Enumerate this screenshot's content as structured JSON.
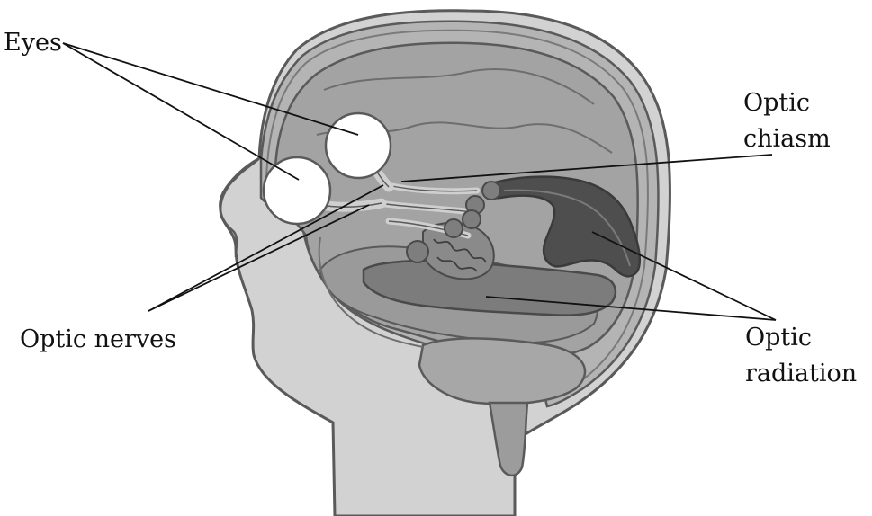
{
  "labels": {
    "eyes": "Eyes",
    "optic_chiasm": [
      "Optic",
      "chiasm"
    ],
    "optic_nerves": "Optic nerves",
    "optic_radiation": [
      "Optic",
      "radiation"
    ]
  },
  "colors": {
    "skin": "#d2d2d2",
    "skull": "#b4b4b4",
    "brain": "#a0a0a0",
    "brain_dark": "#7c7c7c",
    "visual_cortex": "#4e4e4e",
    "outline": "#5a5a5a",
    "eye": "#ffffff",
    "leader_line": "#111111"
  }
}
